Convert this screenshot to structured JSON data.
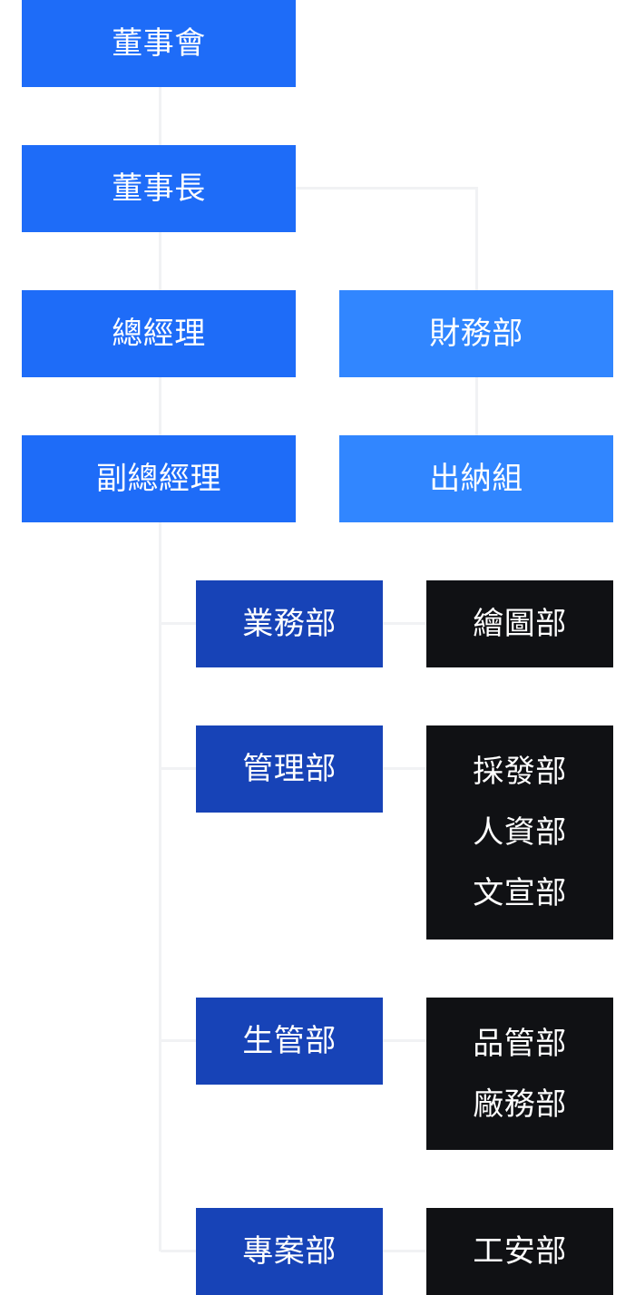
{
  "org_chart": {
    "board": "董事會",
    "chairman": "董事長",
    "general_manager": "總經理",
    "deputy_general_manager": "副總經理",
    "finance": {
      "department": "財務部",
      "subunit": "出納組"
    },
    "departments": [
      {
        "name": "業務部",
        "subunits": [
          "繪圖部"
        ]
      },
      {
        "name": "管理部",
        "subunits": [
          "採發部",
          "人資部",
          "文宣部"
        ]
      },
      {
        "name": "生管部",
        "subunits": [
          "品管部",
          "廠務部"
        ]
      },
      {
        "name": "專案部",
        "subunits": [
          "工安部"
        ]
      }
    ]
  }
}
